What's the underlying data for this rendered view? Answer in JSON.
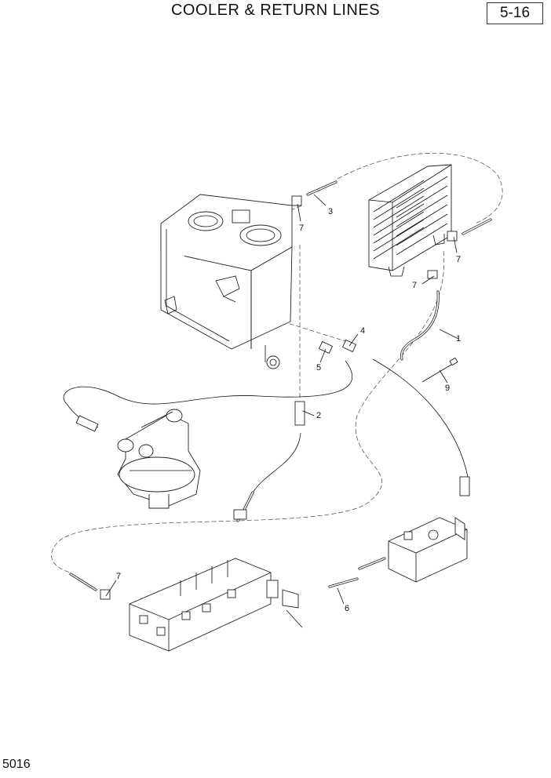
{
  "header": {
    "title": "COOLER & RETURN LINES",
    "page_ref": "5-16"
  },
  "footer": {
    "code": "5016"
  },
  "callouts": {
    "c1": "1",
    "c2": "2",
    "c3": "3",
    "c4": "4",
    "c5": "5",
    "c6": "6",
    "c7a": "7",
    "c7b": "7",
    "c7c": "7",
    "c7d": "7",
    "c9": "9"
  },
  "icons": [
    "hydraulic-tank-icon",
    "oil-cooler-icon",
    "swing-motor-icon",
    "control-valve-icon",
    "check-valve-block-icon"
  ]
}
